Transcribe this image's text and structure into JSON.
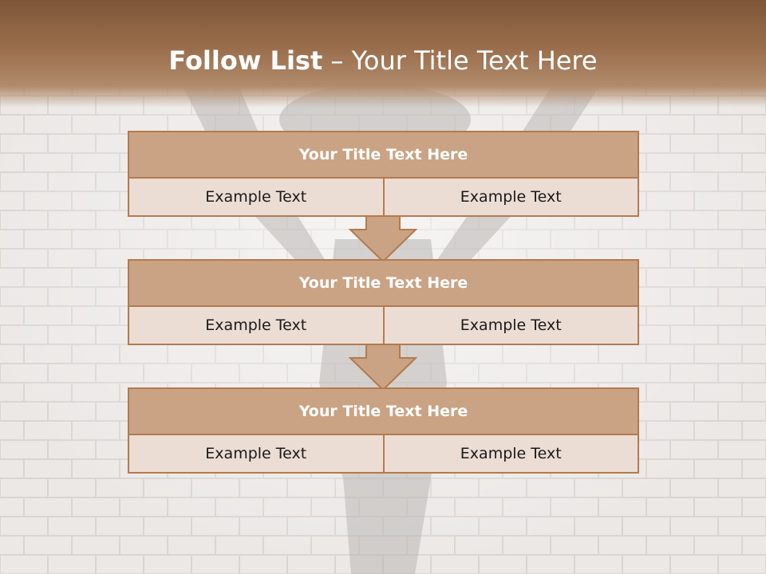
{
  "slide": {
    "title_bold": "Follow List",
    "title_rest": " – Your Title Text Here"
  },
  "steps": [
    {
      "title": "Your Title Text Here",
      "cells": [
        "Example Text",
        "Example Text"
      ]
    },
    {
      "title": "Your Title Text Here",
      "cells": [
        "Example Text",
        "Example Text"
      ]
    },
    {
      "title": "Your Title Text Here",
      "cells": [
        "Example Text",
        "Example Text"
      ]
    }
  ],
  "colors": {
    "header": "#8a5f3e",
    "box_title": "#c9a384",
    "box_body": "#ecddd4",
    "border": "#b47a4e",
    "arrow_fill": "#c9a384"
  },
  "icons": [
    "down-arrow-icon",
    "down-arrow-icon"
  ]
}
